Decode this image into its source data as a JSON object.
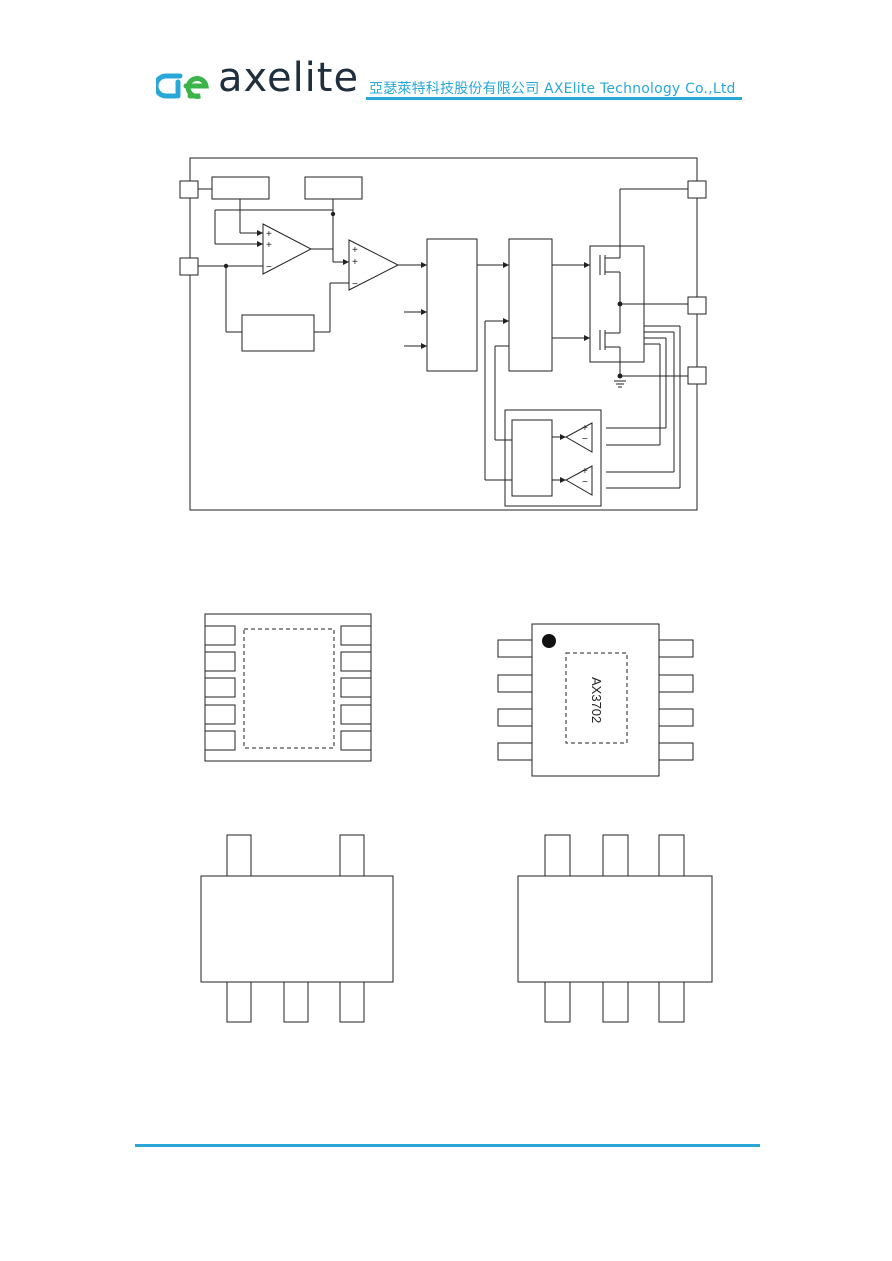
{
  "header": {
    "brand": "axelite",
    "company_line": "亞瑟萊特科技股份有限公司  AXElite Technology Co.,Ltd",
    "accent_color": "#29a8d8",
    "logo_icon": "axelite-logo-icon"
  },
  "packages": {
    "sop8_marking": "AX3702"
  }
}
